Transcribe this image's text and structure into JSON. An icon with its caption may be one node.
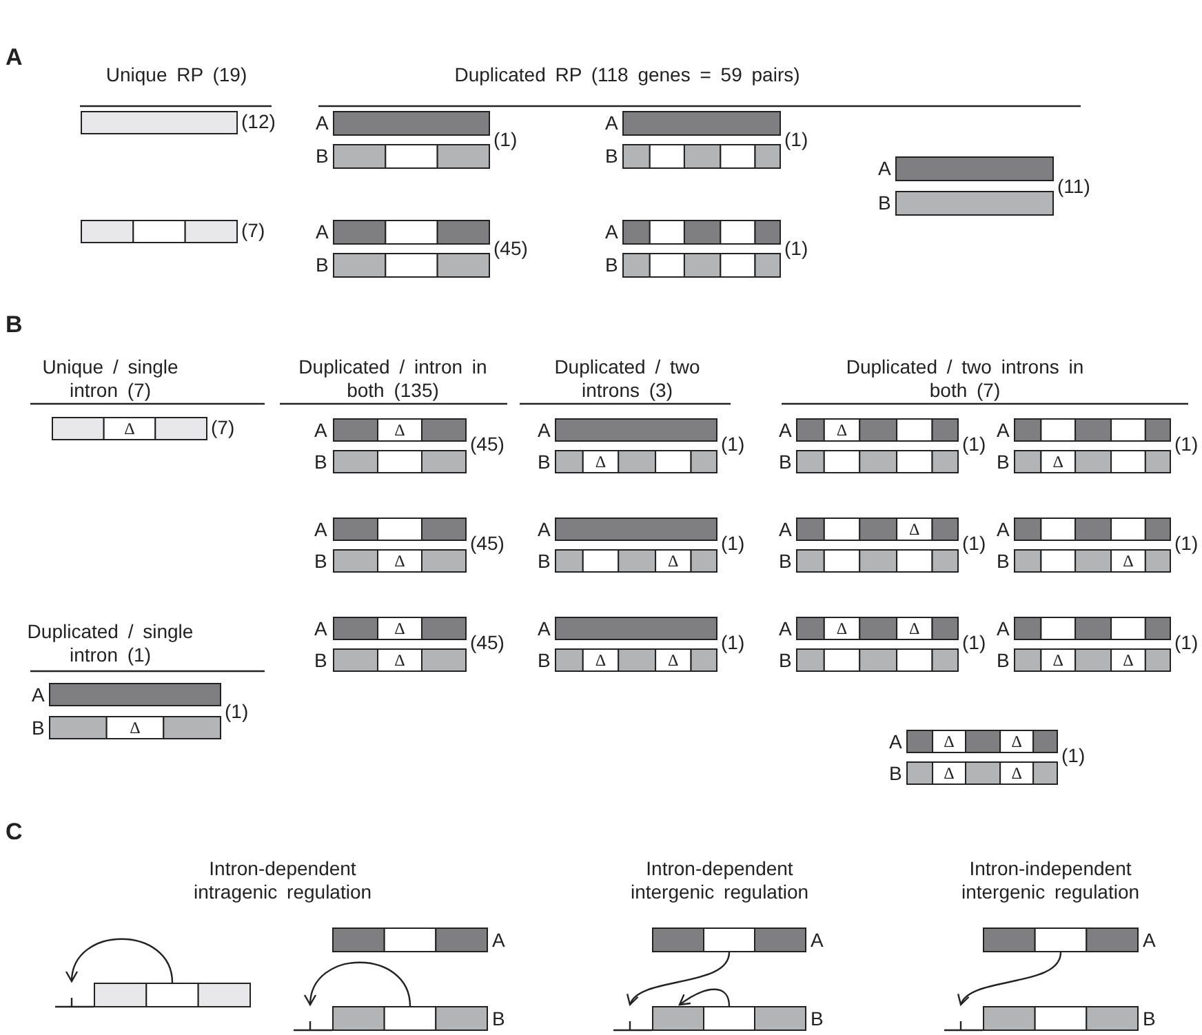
{
  "diagram": {
    "nodes": [
      {
        "text": [],
        "shape": "bar"
      },
      {
        "text": [],
        "shape": "bar",
        "beside": [
          "A"
        ]
      },
      {
        "text": [],
        "shape": "bar",
        "beside": [
          "B"
        ]
      },
      {
        "text": [],
        "shape": "bar",
        "beside": [
          "A"
        ]
      },
      {
        "text": [],
        "shape": "bar",
        "beside": [
          "B"
        ]
      },
      {
        "text": [],
        "shape": "bar",
        "beside": [
          "A"
        ]
      },
      {
        "text": [],
        "shape": "bar",
        "beside": [
          "B"
        ]
      }
    ],
    "edges": [
      {
        "from": 0,
        "to": 0,
        "arrow": "to"
      },
      {
        "from": 2,
        "to": 2,
        "arrow": "to"
      },
      {
        "from": 3,
        "to": 4,
        "arrow": "to"
      },
      {
        "from": 4,
        "to": 4,
        "arrow": "to"
      },
      {
        "from": 5,
        "to": 6,
        "arrow": "to"
      }
    ],
    "labels": [
      "A",
      "Unique RP (19)",
      "Duplicated RP (118 genes = 59 pairs)",
      "(12)",
      "A",
      "B",
      "(1)",
      "A",
      "B",
      "(1)",
      "A",
      "B",
      "(11)",
      "(7)",
      "A",
      "B",
      "(45)",
      "A",
      "B",
      "(1)",
      "B",
      "Unique / single intron (7)",
      "Duplicated / intron in both (135)",
      "Duplicated / two introns (3)",
      "Duplicated / two introns in both (7)",
      "Δ",
      "(7)",
      "A",
      "Δ",
      "B",
      "(45)",
      "A",
      "B",
      "Δ",
      "(1)",
      "A",
      "Δ",
      "B",
      "(1)",
      "A",
      "B",
      "Δ",
      "(1)",
      "A",
      "B",
      "Δ",
      "(45)",
      "A",
      "B",
      "Δ",
      "(1)",
      "A",
      "Δ",
      "B",
      "(1)",
      "A",
      "B",
      "Δ",
      "(1)",
      "Duplicated / single intron (1)",
      "A",
      "Δ",
      "B",
      "Δ",
      "(45)",
      "A",
      "B",
      "Δ",
      "Δ",
      "(1)",
      "A",
      "Δ",
      "Δ",
      "B",
      "(1)",
      "A",
      "B",
      "Δ",
      "Δ",
      "(1)",
      "A",
      "B",
      "Δ",
      "(1)",
      "A",
      "Δ",
      "Δ",
      "B",
      "Δ",
      "Δ",
      "(1)",
      "C",
      "Intron-dependent intragenic regulation",
      "Intron-dependent intergenic regulation",
      "Intron-independent intergenic regulation"
    ]
  }
}
